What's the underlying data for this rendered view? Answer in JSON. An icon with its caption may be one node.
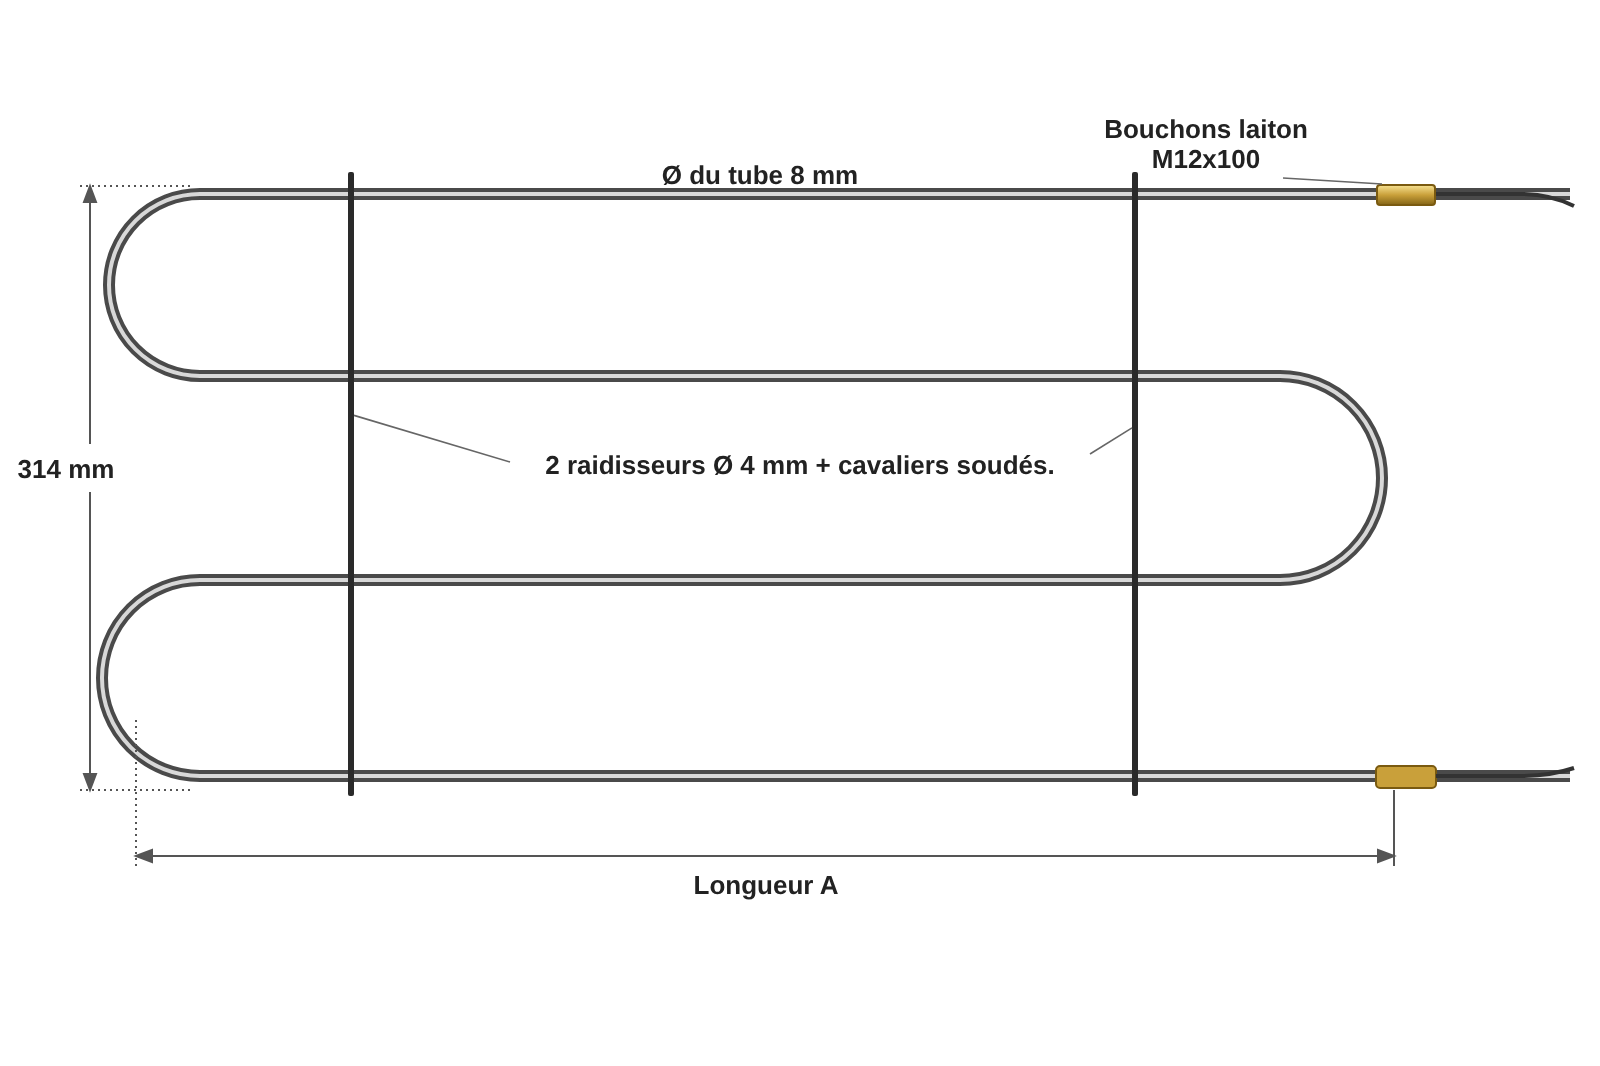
{
  "diagram": {
    "nodes": [
      {
        "text": [
          "Bouchons laiton M12x100"
        ]
      },
      {
        "text": [],
        "shape": "picture"
      },
      {
        "text": [
          "2 raidisseurs Ø 4 mm + cavaliers soudés."
        ]
      },
      {
        "text": [],
        "shape": "bar"
      },
      {
        "text": [],
        "shape": "bar"
      }
    ],
    "edges": [
      {
        "from": 0,
        "to": 1,
        "arrow": "none"
      },
      {
        "from": 2,
        "to": 3,
        "arrow": "none"
      },
      {
        "from": 2,
        "to": 4,
        "arrow": "none"
      }
    ],
    "labels": [
      "Ø du tube 8 mm",
      "314 mm",
      "Longueur A"
    ]
  }
}
